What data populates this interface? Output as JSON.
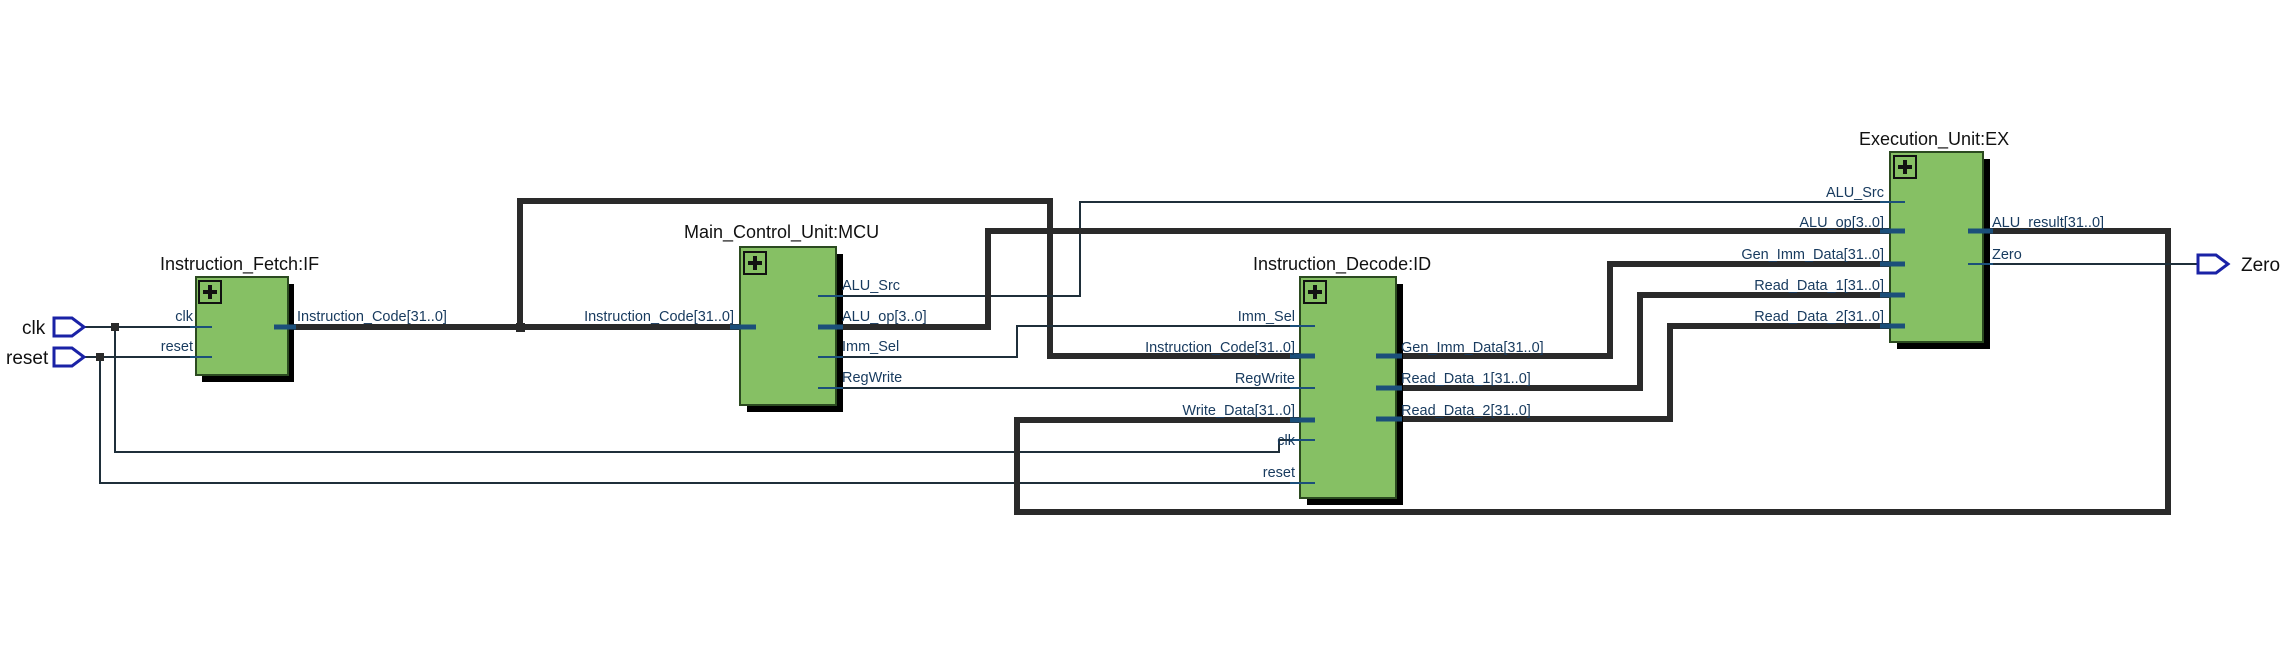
{
  "inputs": {
    "clk": "clk",
    "reset": "reset"
  },
  "outputs": {
    "zero": "Zero"
  },
  "blocks": {
    "fetch": {
      "title": "Instruction_Fetch:IF",
      "in": {
        "clk": "clk",
        "reset": "reset"
      },
      "out": {
        "instruction_code": "Instruction_Code[31..0]"
      }
    },
    "mcu": {
      "title": "Main_Control_Unit:MCU",
      "in": {
        "instruction_code": "Instruction_Code[31..0]"
      },
      "out": {
        "alu_src": "ALU_Src",
        "alu_op": "ALU_op[3..0]",
        "imm_sel": "Imm_Sel",
        "regwrite": "RegWrite"
      }
    },
    "decode": {
      "title": "Instruction_Decode:ID",
      "in": {
        "imm_sel": "Imm_Sel",
        "instruction_code": "Instruction_Code[31..0]",
        "regwrite": "RegWrite",
        "write_data": "Write_Data[31..0]",
        "clk": "clk",
        "reset": "reset"
      },
      "out": {
        "gen_imm": "Gen_Imm_Data[31..0]",
        "read_data_1": "Read_Data_1[31..0]",
        "read_data_2": "Read_Data_2[31..0]"
      }
    },
    "exec": {
      "title": "Execution_Unit:EX",
      "in": {
        "alu_src": "ALU_Src",
        "alu_op": "ALU_op[3..0]",
        "gen_imm": "Gen_Imm_Data[31..0]",
        "read_data_1": "Read_Data_1[31..0]",
        "read_data_2": "Read_Data_2[31..0]"
      },
      "out": {
        "alu_result": "ALU_result[31..0]",
        "zero": "Zero"
      }
    }
  },
  "icons": {
    "expand": "plus-box-icon",
    "input_pin": "input-pin-icon",
    "output_pin": "output-pin-icon"
  },
  "colors": {
    "block_fill": "#86c064",
    "pin_stroke": "#1a22a6",
    "port_stub": "#1b4f7a",
    "wire": "#2a2a2a"
  }
}
